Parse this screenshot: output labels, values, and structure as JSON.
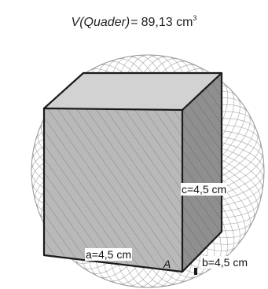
{
  "title": {
    "function": "V",
    "argument": "Quader",
    "value": "89,13",
    "unit": "cm",
    "exponent": "3"
  },
  "edges": {
    "a": "a=4,5 cm",
    "b": "b=4,5 cm",
    "c": "c=4,5 cm"
  },
  "vertex_label": "A",
  "colors": {
    "front_face": "#b9b9b9",
    "side_face": "#8f8f8f",
    "top_face": "#d2d2d2",
    "edge": "#1a1a1a",
    "sphere_hatch": "#9a9a9a"
  }
}
